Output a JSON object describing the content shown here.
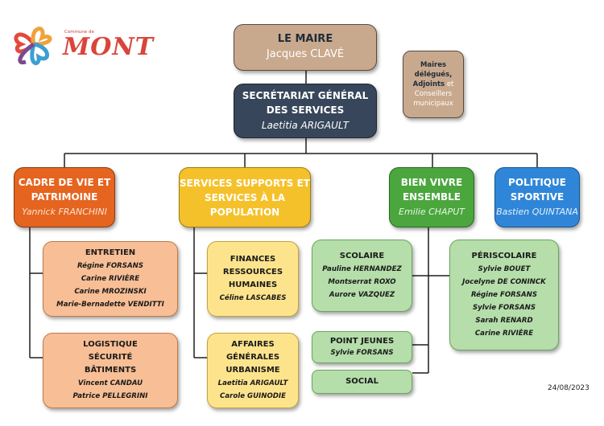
{
  "logo": {
    "commune_de": "Commune de",
    "name": "MONT"
  },
  "maire": {
    "title": "LE MAIRE",
    "name": "Jacques CLAVÉ"
  },
  "adjoints": {
    "line1": "Maires",
    "line2": "délégués,",
    "line3a": "Adjoints",
    "line3b": "et",
    "line4": "Conseillers",
    "line5": "municipaux"
  },
  "sg": {
    "title1": "SECRÉTARIAT GÉNÉRAL",
    "title2": "DES SERVICES",
    "name": "Laetitia ARIGAULT"
  },
  "depts": {
    "cadre": {
      "title1": "CADRE DE VIE ET",
      "title2": "PATRIMOINE",
      "name": "Yannick FRANCHINI"
    },
    "supports": {
      "title1": "SERVICES SUPPORTS ET",
      "title2": "SERVICES À LA",
      "title3": "POPULATION"
    },
    "bienvivre": {
      "title1": "BIEN VIVRE",
      "title2": "ENSEMBLE",
      "name": "Emilie CHAPUT"
    },
    "sport": {
      "title1": "POLITIQUE",
      "title2": "SPORTIVE",
      "name": "Bastien QUINTANA"
    }
  },
  "units": {
    "entretien": {
      "title": "ENTRETIEN",
      "people": [
        "Régine FORSANS",
        "Carine RIVIÈRE",
        "Carine MROZINSKI",
        "Marie-Bernadette VENDITTI"
      ]
    },
    "logistique": {
      "t1": "LOGISTIQUE",
      "t2": "SÉCURITÉ",
      "t3": "BÂTIMENTS",
      "people": [
        "Vincent CANDAU",
        "Patrice PELLEGRINI"
      ]
    },
    "finances": {
      "t1": "FINANCES",
      "t2": "RESSOURCES",
      "t3": "HUMAINES",
      "people": [
        "Céline LASCABES"
      ]
    },
    "affaires": {
      "t1": "AFFAIRES",
      "t2": "GÉNÉRALES",
      "t3": "URBANISME",
      "people": [
        "Laetitia ARIGAULT",
        "Carole GUINODIE"
      ]
    },
    "scolaire": {
      "title": "SCOLAIRE",
      "people": [
        "Pauline HERNANDEZ",
        "Montserrat ROXO",
        "Aurore VAZQUEZ"
      ]
    },
    "pointjeunes": {
      "title": "POINT JEUNES",
      "people": [
        "Sylvie FORSANS"
      ]
    },
    "social": {
      "title": "SOCIAL"
    },
    "periscolaire": {
      "title": "PÉRISCOLAIRE",
      "people": [
        "Sylvie BOUET",
        "Jocelyne DE CONINCK",
        "Régine FORSANS",
        "Sylvie FORSANS",
        "Sarah RENARD",
        "Carine RIVIÈRE"
      ]
    }
  },
  "date": "24/08/2023",
  "colors": {
    "maire": "#c9a98d",
    "sg": "#37465a",
    "cadre": "#e5641f",
    "supports": "#f5c12a",
    "bienvivre": "#4aa63d",
    "sport": "#2f86d8",
    "orange_light": "#f8be95",
    "yellow_light": "#fde48c",
    "green_light": "#b5deaa"
  }
}
